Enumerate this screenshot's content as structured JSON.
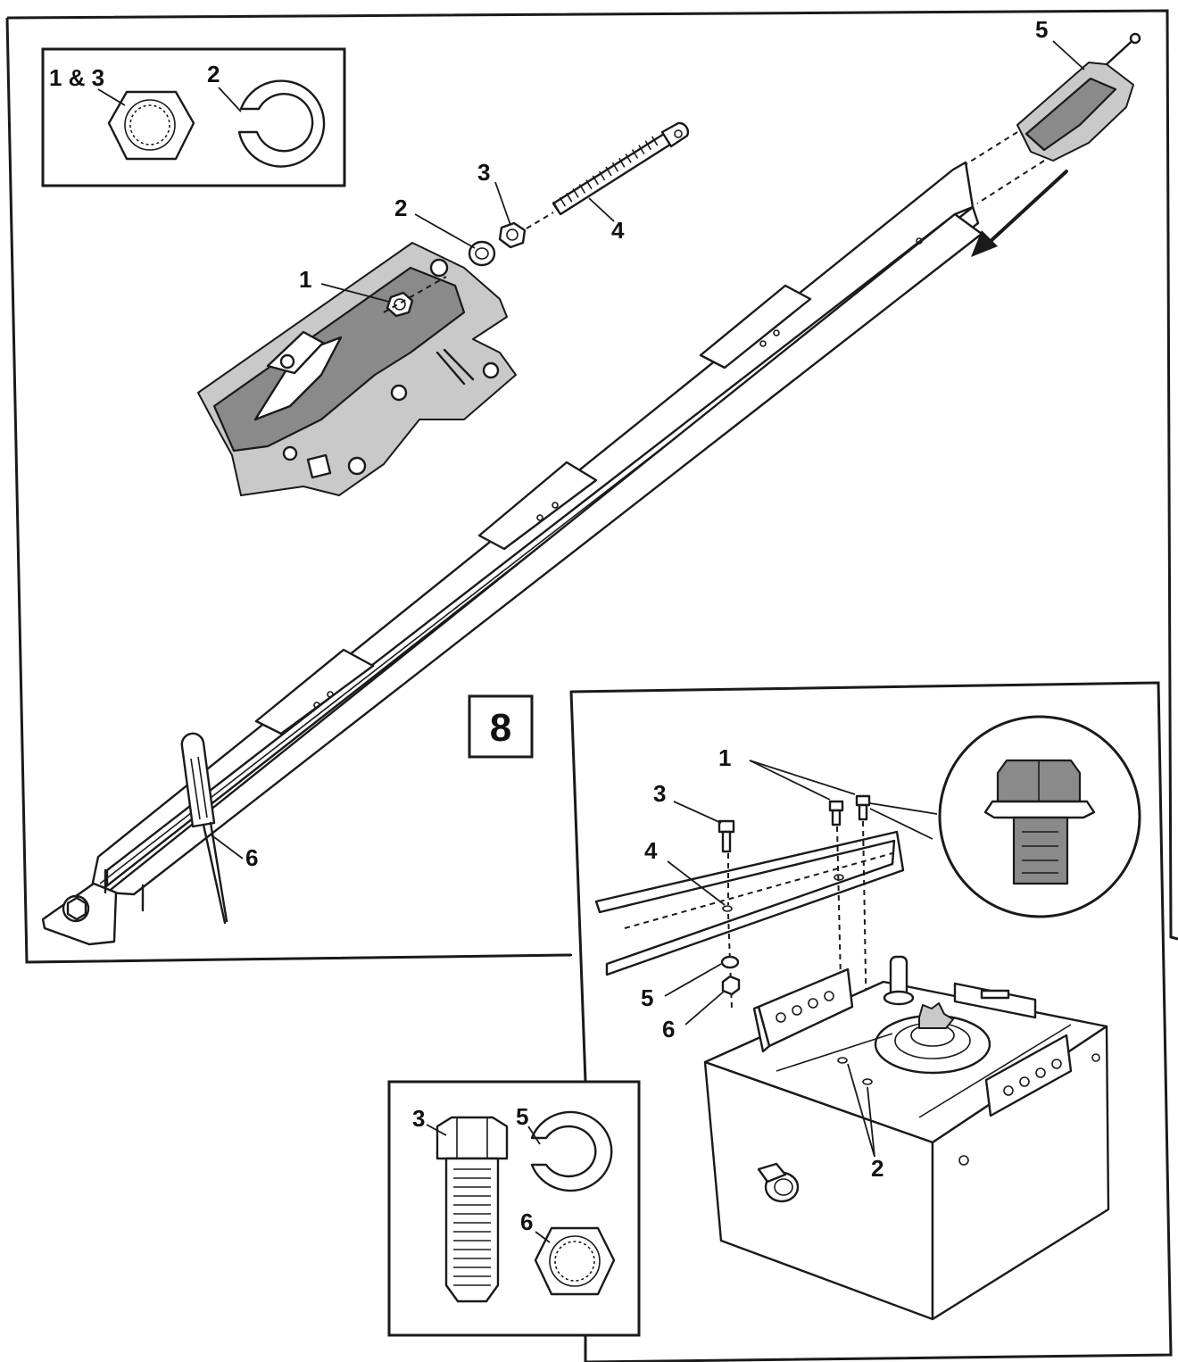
{
  "figure": {
    "step_number": "8",
    "labels": {
      "top_inset_nut": "1 & 3",
      "top_inset_washer": "2",
      "trolley_part_1": "1",
      "trolley_part_2": "2",
      "trolley_part_3": "3",
      "trolley_part_4": "4",
      "trolley_part_5": "5",
      "screwdriver_6": "6",
      "motor_1": "1",
      "motor_2": "2",
      "motor_3": "3",
      "motor_4": "4",
      "motor_5": "5",
      "motor_6": "6",
      "bottom_inset_3": "3",
      "bottom_inset_5": "5",
      "bottom_inset_6": "6"
    }
  }
}
